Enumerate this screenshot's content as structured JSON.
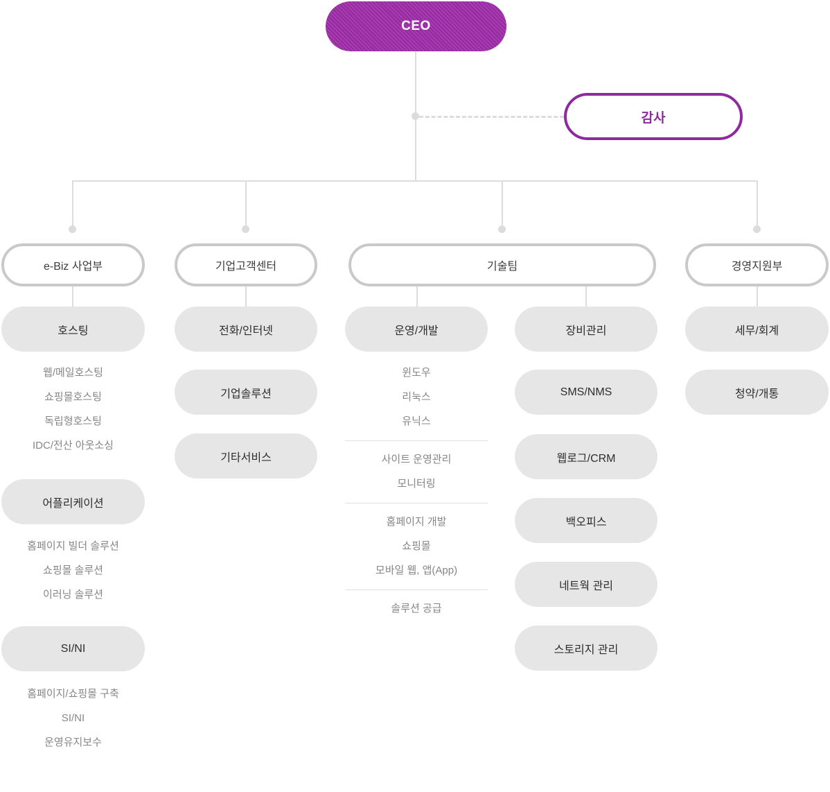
{
  "diagram": {
    "title_text": "CEO",
    "audit_label": "감사",
    "departments": [
      {
        "id": "ebiz",
        "label": "e-Biz 사업부"
      },
      {
        "id": "corp-center",
        "label": "기업고객센터"
      },
      {
        "id": "tech-team",
        "label": "기술팀"
      },
      {
        "id": "management-support",
        "label": "경영지원부"
      }
    ],
    "columns": {
      "ebiz": {
        "groups": [
          {
            "title": "호스팅",
            "items": [
              "웹/메일호스팅",
              "쇼핑몰호스팅",
              "독립형호스팅",
              "IDC/전산 아웃소싱"
            ]
          },
          {
            "title": "어플리케이션",
            "items": [
              "홈페이지 빌더 솔루션",
              "쇼핑몰 솔루션",
              "이러닝 솔루션"
            ]
          },
          {
            "title": "SI/NI",
            "items": [
              "홈페이지/쇼핑몰 구축",
              "SI/NI",
              "운영유지보수"
            ]
          }
        ]
      },
      "corp_center": {
        "groups": [
          {
            "title": "전화/인터넷",
            "items": []
          },
          {
            "title": "기업솔루션",
            "items": []
          },
          {
            "title": "기타서비스",
            "items": []
          }
        ]
      },
      "tech_left": {
        "groups": [
          {
            "title": "운영/개발",
            "blocks": [
              [
                "윈도우",
                "리눅스",
                "유닉스"
              ],
              [
                "사이트 운영관리",
                "모니터링"
              ],
              [
                "홈페이지 개발",
                "쇼핑몰",
                "모바일 웹, 앱(App)"
              ],
              [
                "솔루션 공급"
              ]
            ]
          }
        ]
      },
      "tech_right": {
        "groups": [
          {
            "title": "장비관리",
            "items": []
          },
          {
            "title": "SMS/NMS",
            "items": []
          },
          {
            "title": "웹로그/CRM",
            "items": []
          },
          {
            "title": "백오피스",
            "items": []
          },
          {
            "title": "네트웍 관리",
            "items": []
          },
          {
            "title": "스토리지 관리",
            "items": []
          }
        ]
      },
      "management_support": {
        "groups": [
          {
            "title": "세무/회계",
            "items": []
          },
          {
            "title": "청약/개통",
            "items": []
          }
        ]
      }
    },
    "colors": {
      "ceo_fill": "#9a2ba4",
      "audit_border": "#8e2a9e",
      "audit_text": "#8e2a9e",
      "dept_border": "#c9c9c9",
      "sub_fill": "#e6e6e6",
      "connector": "#dcdcdc",
      "leaf_text": "#868686"
    }
  }
}
